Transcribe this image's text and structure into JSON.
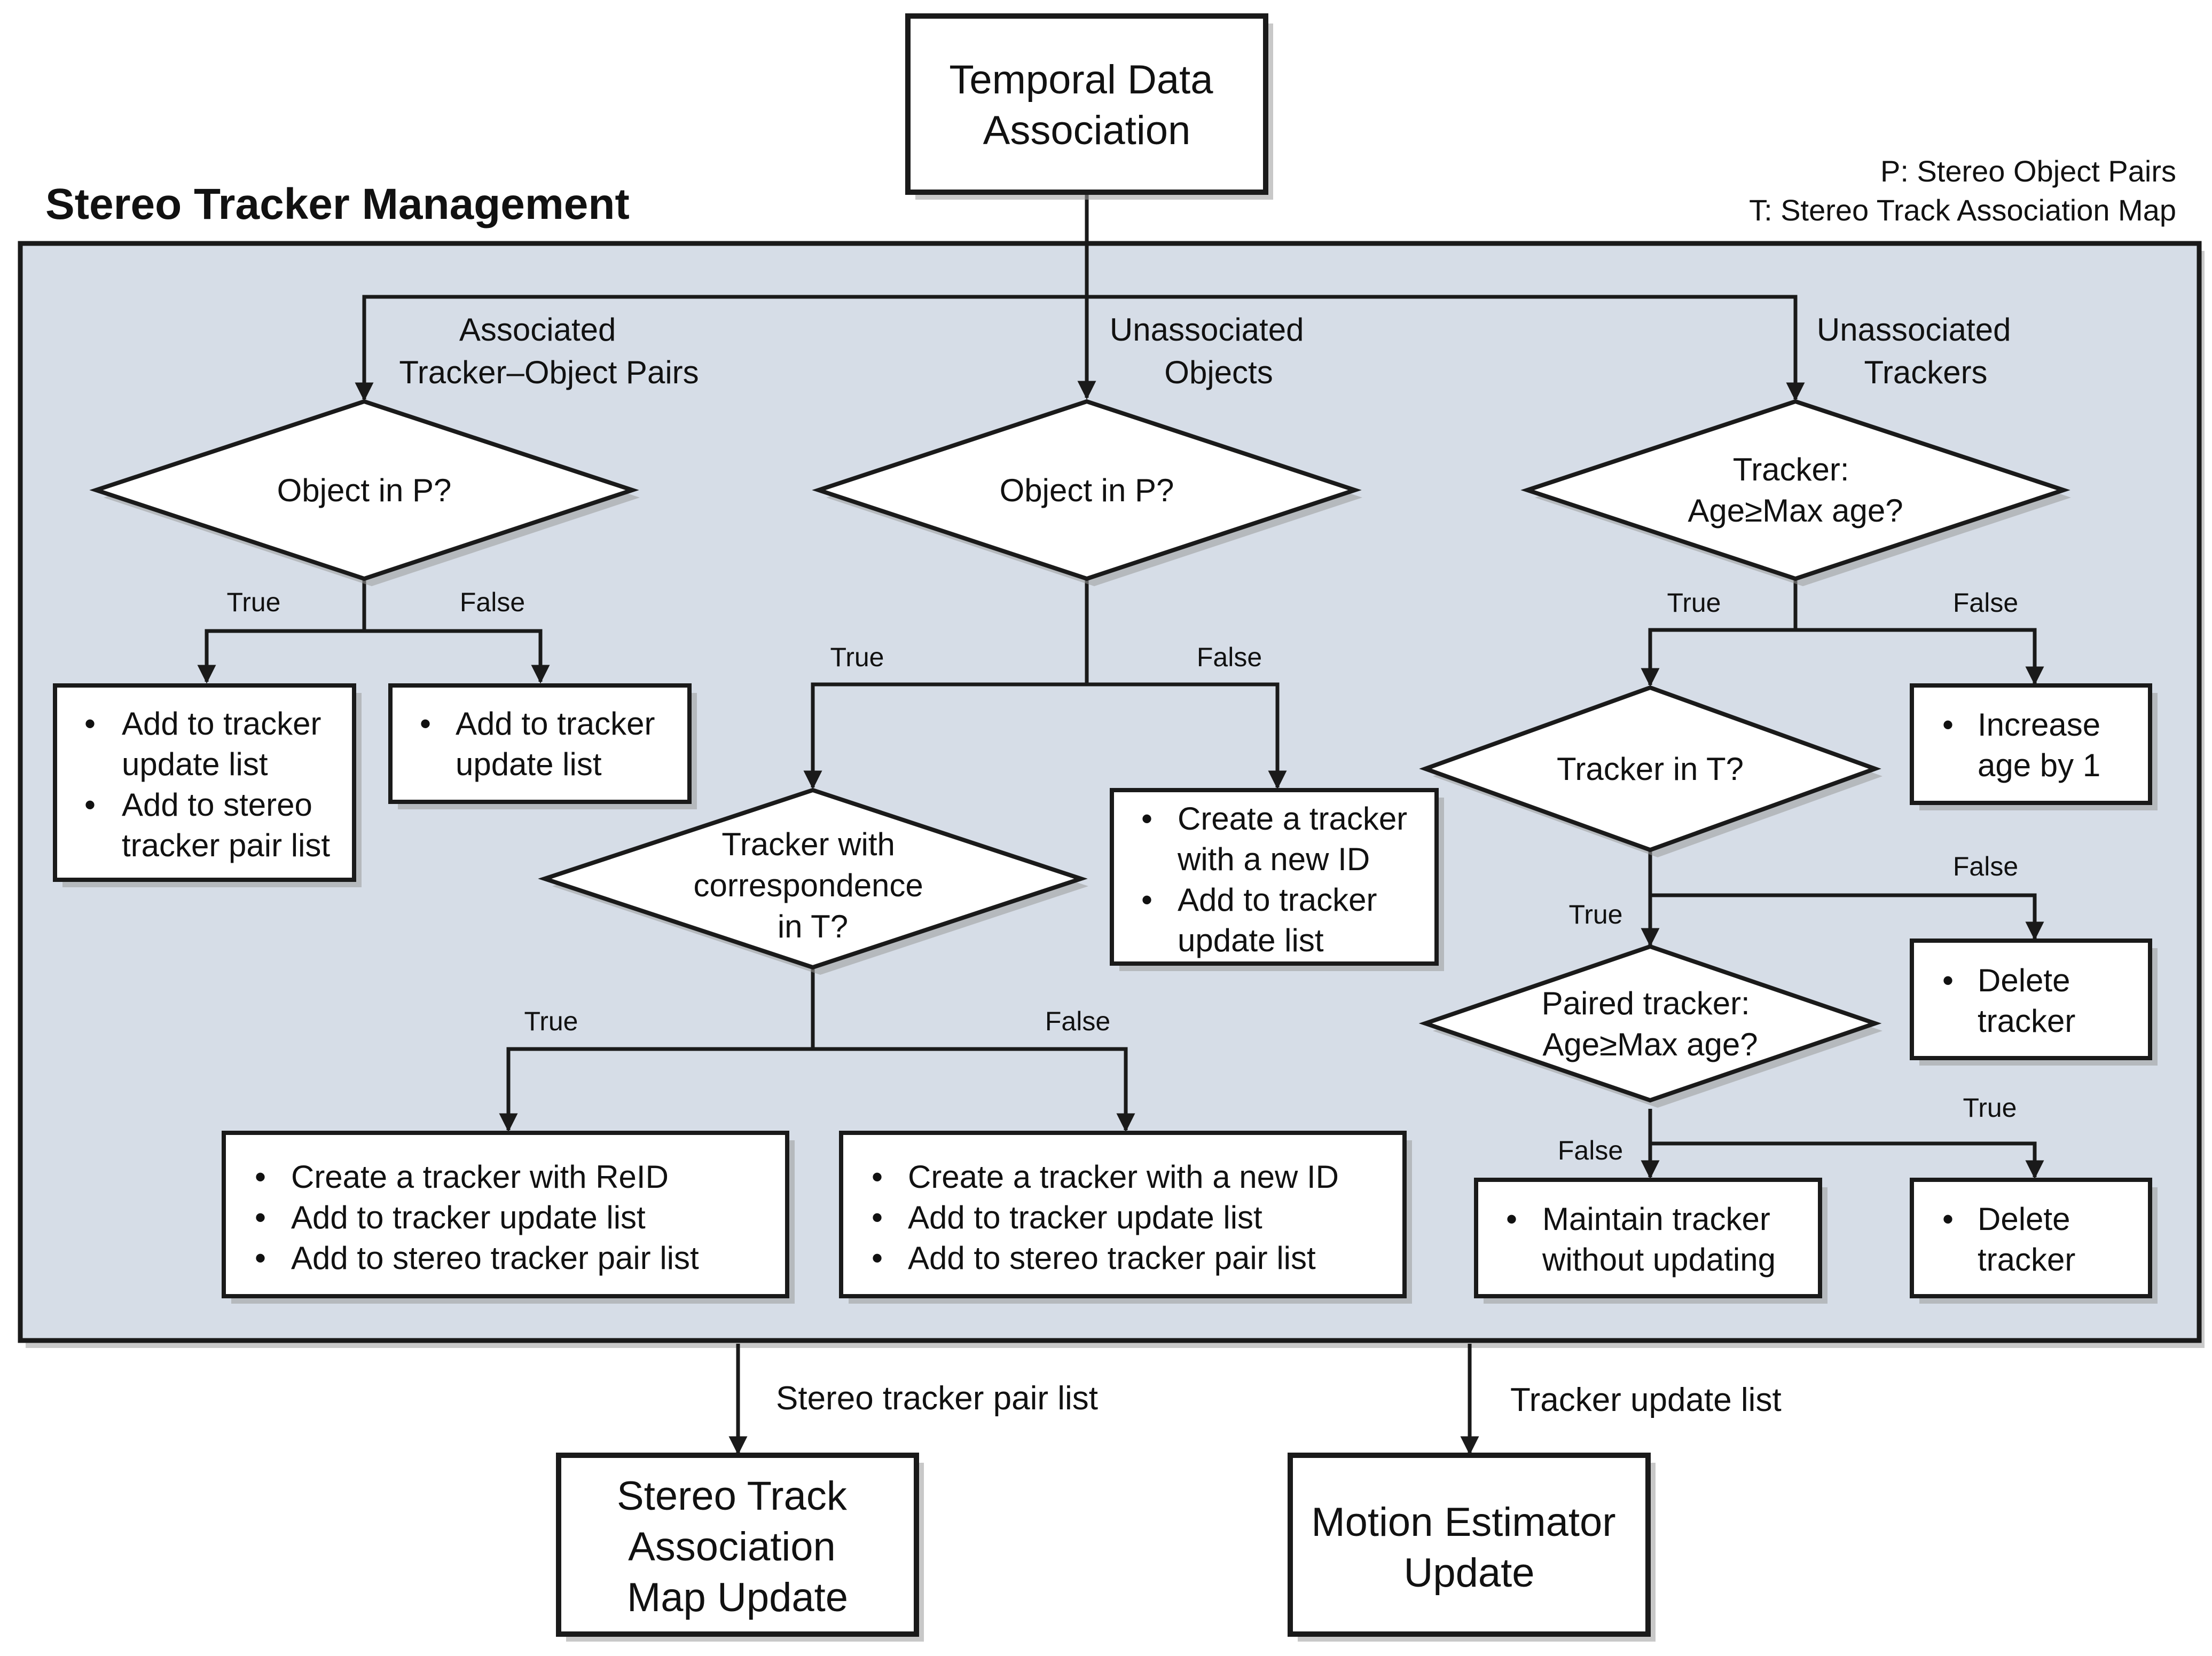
{
  "colors": {
    "panel_fill": "#d6dde7",
    "stroke": "#1a1a1a",
    "box_fill": "#ffffff"
  },
  "title": "Stereo Tracker Management",
  "legend": {
    "p": "P: Stereo Object Pairs",
    "t": "T: Stereo Track Association Map"
  },
  "nodes": {
    "temporal": [
      "Temporal Data",
      "Association"
    ],
    "stereo_map_update": [
      "Stereo Track",
      "Association",
      "Map Update"
    ],
    "motion_update": [
      "Motion Estimator",
      "Update"
    ],
    "dec_left": [
      "Object in P?"
    ],
    "dec_mid": [
      "Object in P?"
    ],
    "dec_right": [
      "Tracker:",
      "Age≥Max age?"
    ],
    "dec_corr": [
      "Tracker with",
      "correspondence",
      "in T?"
    ],
    "dec_tracker_t": [
      "Tracker in T?"
    ],
    "dec_paired": [
      "Paired tracker:",
      "Age≥Max age?"
    ],
    "box_left_true": [
      "Add to tracker",
      "update list",
      "Add to stereo",
      "tracker pair list"
    ],
    "box_left_false": [
      "Add to tracker",
      "update list"
    ],
    "box_mid_false": [
      "Create a tracker",
      "with a new ID",
      "Add to tracker",
      "update list"
    ],
    "box_reid": [
      "Create a tracker with ReID",
      "Add to tracker update list",
      "Add to stereo tracker pair list"
    ],
    "box_newid": [
      "Create a tracker with a new ID",
      "Add to tracker update list",
      "Add to stereo tracker pair list"
    ],
    "box_increase": [
      "Increase",
      "age by 1"
    ],
    "box_delete1": [
      "Delete",
      "tracker"
    ],
    "box_maintain": [
      "Maintain tracker",
      "without updating"
    ],
    "box_delete2": [
      "Delete",
      "tracker"
    ]
  },
  "branch_labels": {
    "associated": [
      "Associated",
      "Tracker–Object Pairs"
    ],
    "unassoc_objects": [
      "Unassociated",
      "Objects"
    ],
    "unassoc_trackers": [
      "Unassociated",
      "Trackers"
    ]
  },
  "edge_labels": {
    "true": "True",
    "false": "False",
    "stereo_pair_list": "Stereo tracker pair list",
    "tracker_update_list": "Tracker update list"
  }
}
